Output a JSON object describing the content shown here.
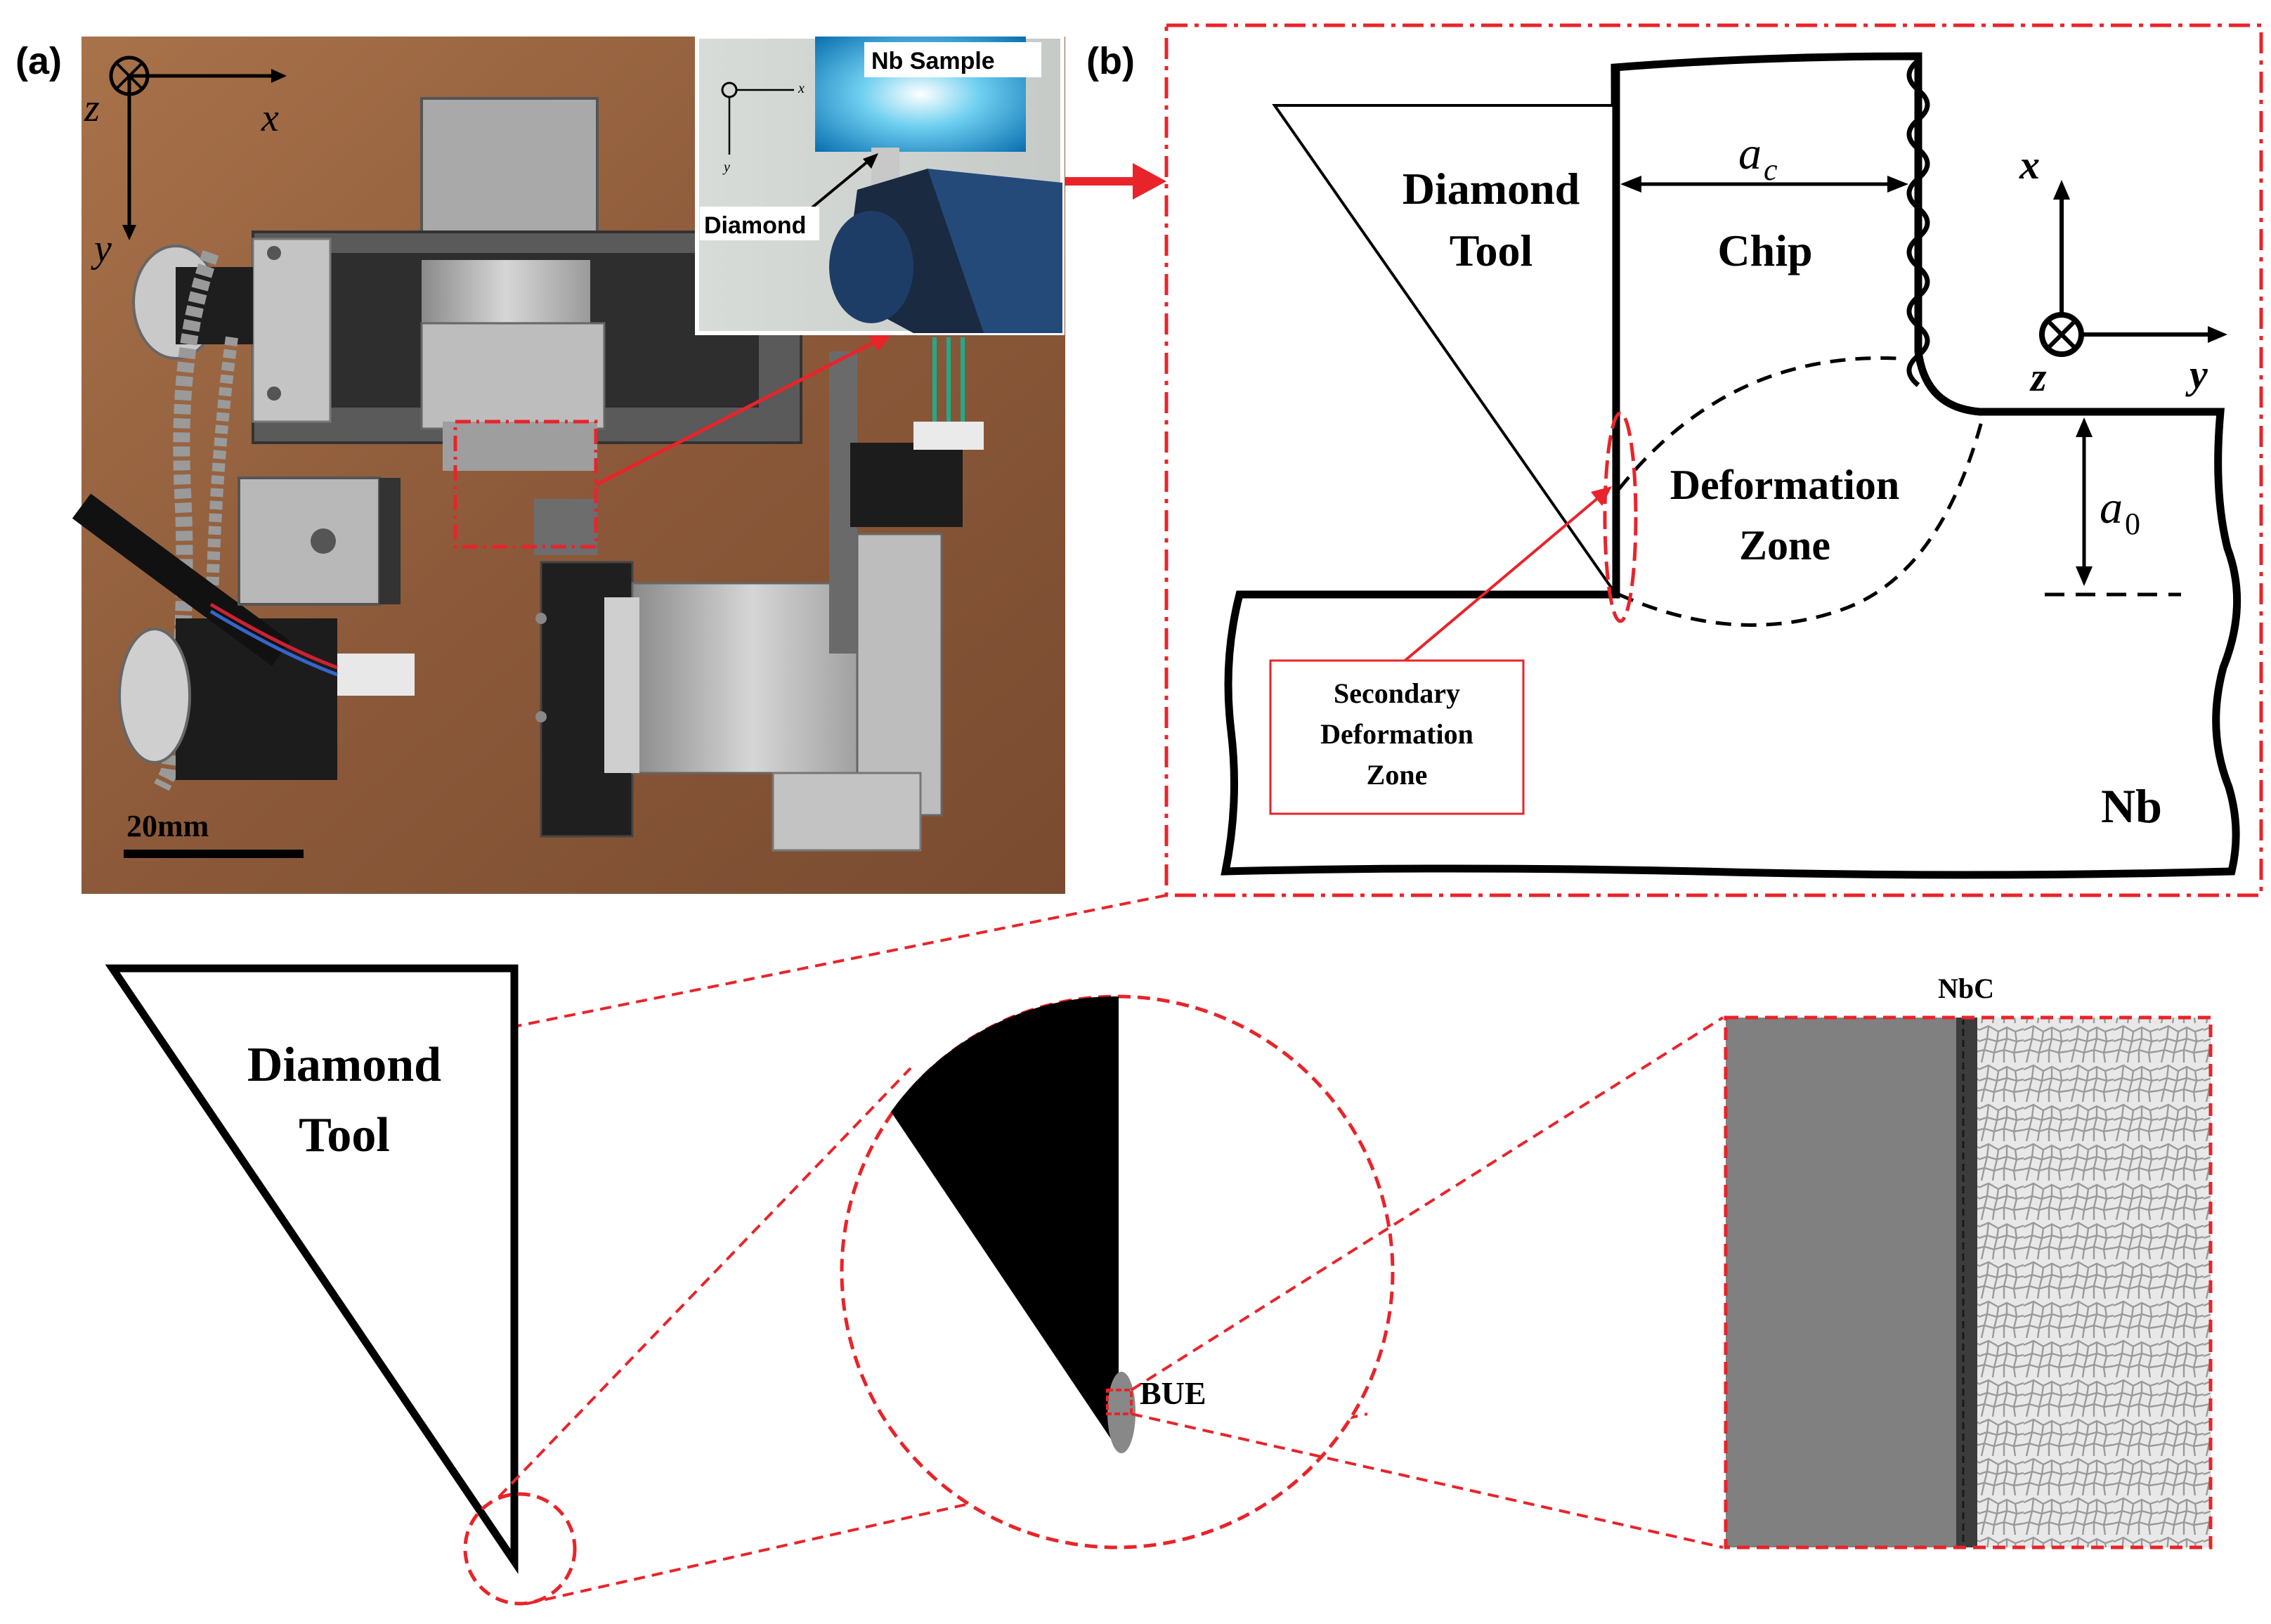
{
  "panel_a": {
    "label": "(a)",
    "axes": {
      "z": "z",
      "x": "x",
      "y": "y"
    },
    "scale_bar": "20mm",
    "inset": {
      "sample_label": "Nb Sample",
      "tool_label": "Diamond",
      "axes": {
        "x": "x",
        "y": "y"
      }
    }
  },
  "panel_b": {
    "label": "(b)",
    "tool": [
      "Diamond",
      "Tool"
    ],
    "chip": "Chip",
    "chip_thickness": "a",
    "chip_thickness_sub": "c",
    "depth": "a",
    "depth_sub": "0",
    "deformation_zone": [
      "Deformation",
      "Zone"
    ],
    "secondary_zone": [
      "Secondary",
      "Deformation",
      "Zone"
    ],
    "material": "Nb",
    "axes": {
      "x": "x",
      "y": "y",
      "z": "z"
    }
  },
  "zoom": {
    "tool": [
      "Diamond",
      "Tool"
    ],
    "bue": "BUE",
    "coating": "NbC"
  },
  "colors": {
    "accent_red": "#e8242a",
    "tool_black": "#000000",
    "substrate_gray": "#808080",
    "coating_dark": "#3c3c3c",
    "grain_gray": "#b4b4b4",
    "wood_brown": "#8c5a3a"
  }
}
